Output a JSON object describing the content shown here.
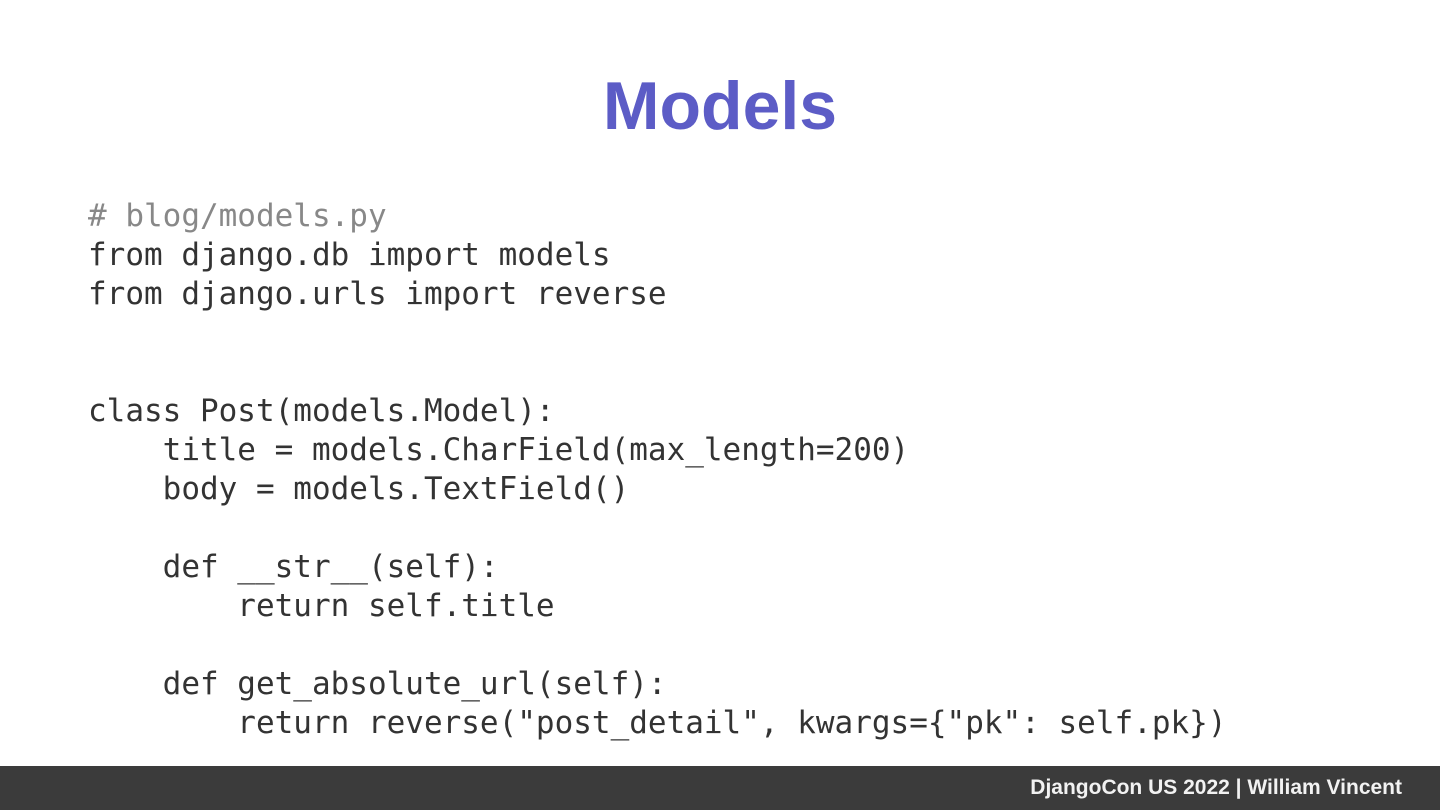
{
  "slide": {
    "title": "Models"
  },
  "code": {
    "language": "python",
    "lines": [
      {
        "text": "# blog/models.py",
        "type": "comment"
      },
      {
        "text": "from django.db import models",
        "type": "code"
      },
      {
        "text": "from django.urls import reverse",
        "type": "code"
      },
      {
        "text": "",
        "type": "blank"
      },
      {
        "text": "",
        "type": "blank"
      },
      {
        "text": "class Post(models.Model):",
        "type": "code"
      },
      {
        "text": "    title = models.CharField(max_length=200)",
        "type": "code"
      },
      {
        "text": "    body = models.TextField()",
        "type": "code"
      },
      {
        "text": "",
        "type": "blank"
      },
      {
        "text": "    def __str__(self):",
        "type": "code"
      },
      {
        "text": "        return self.title",
        "type": "code"
      },
      {
        "text": "",
        "type": "blank"
      },
      {
        "text": "    def get_absolute_url(self):",
        "type": "code"
      },
      {
        "text": "        return reverse(\"post_detail\", kwargs={\"pk\": self.pk})",
        "type": "code"
      }
    ]
  },
  "footer": {
    "text": "DjangoCon US 2022 | William Vincent"
  },
  "colors": {
    "background": "#ffffff",
    "title": "#5c5cc6",
    "code_text": "#333333",
    "comment_text": "#888888",
    "footer_background": "#3b3b3b",
    "footer_text": "#f2f2f2"
  }
}
